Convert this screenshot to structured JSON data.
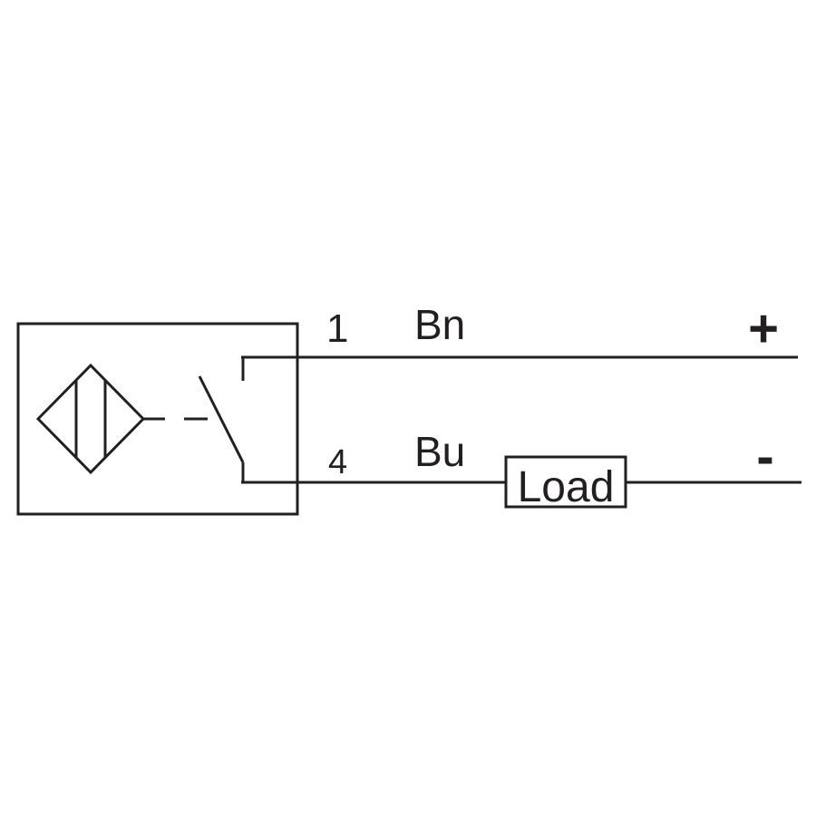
{
  "diagram": {
    "pin_top": "1",
    "pin_bottom": "4",
    "wire_top_color": "Bn",
    "wire_bottom_color": "Bu",
    "load_label": "Load",
    "polarity_positive": "+",
    "polarity_negative": "-",
    "line_color": "#231f20",
    "background_color": "#ffffff"
  }
}
